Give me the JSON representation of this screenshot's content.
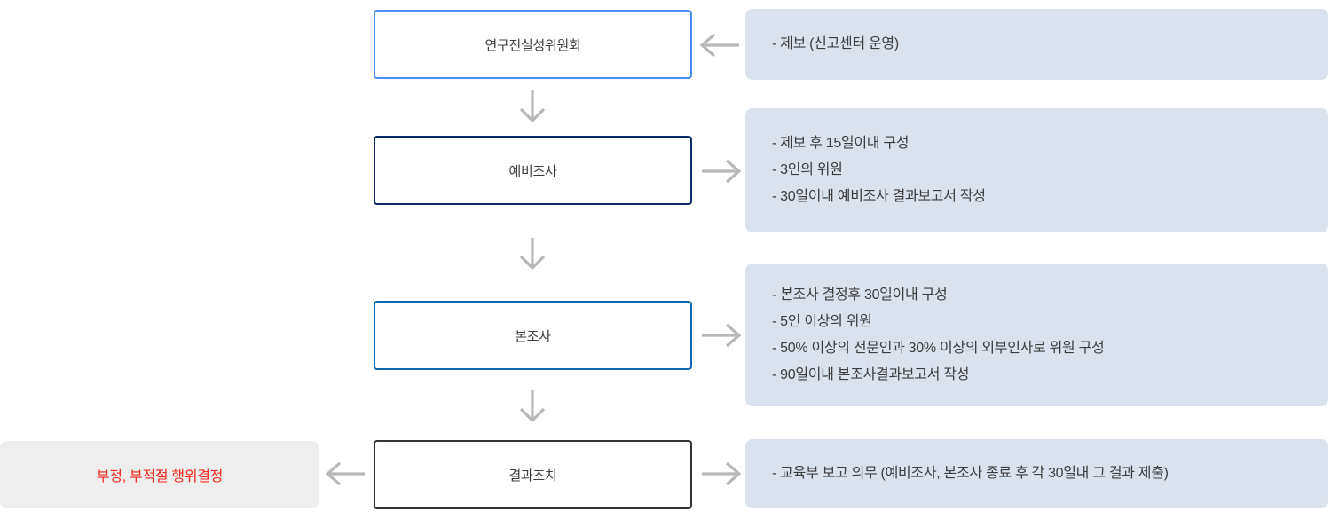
{
  "diagram": {
    "title_implied": "연구진실성위원회 조사 절차 흐름도",
    "nodes": [
      {
        "label": "연구진실성위원회",
        "border_color": "#4a8ef2"
      },
      {
        "label": "예비조사",
        "border_color": "#0c2c66"
      },
      {
        "label": "본조사",
        "border_color": "#0e68b2"
      },
      {
        "label": "결과조치",
        "border_color": "#333333"
      }
    ],
    "notes": [
      {
        "lines": [
          "- 제보 (신고센터 운영)"
        ]
      },
      {
        "lines": [
          "- 제보 후 15일이내 구성",
          "- 3인의 위원",
          "- 30일이내 예비조사 결과보고서 작성"
        ]
      },
      {
        "lines": [
          "- 본조사 결정후 30일이내 구성",
          "- 5인 이상의 위원",
          "- 50% 이상의 전문인과 30% 이상의 외부인사로 위원 구성",
          "- 90일이내 본조사결과보고서 작성"
        ]
      },
      {
        "lines": [
          "- 교육부 보고 의무 (예비조사, 본조사 종료 후 각 30일내 그 결과 제출)"
        ]
      }
    ],
    "result_box": {
      "label": "부정, 부적절 행위결정",
      "text_color": "#f5281e",
      "bg_color": "#eeeeee"
    },
    "icons": {
      "arrow_down": "↓",
      "arrow_left": "←",
      "arrow_right": "→"
    },
    "colors": {
      "note_bg": "#dae2ee",
      "arrow": "#b8b8b8",
      "node_text": "#3d3d3d"
    }
  }
}
